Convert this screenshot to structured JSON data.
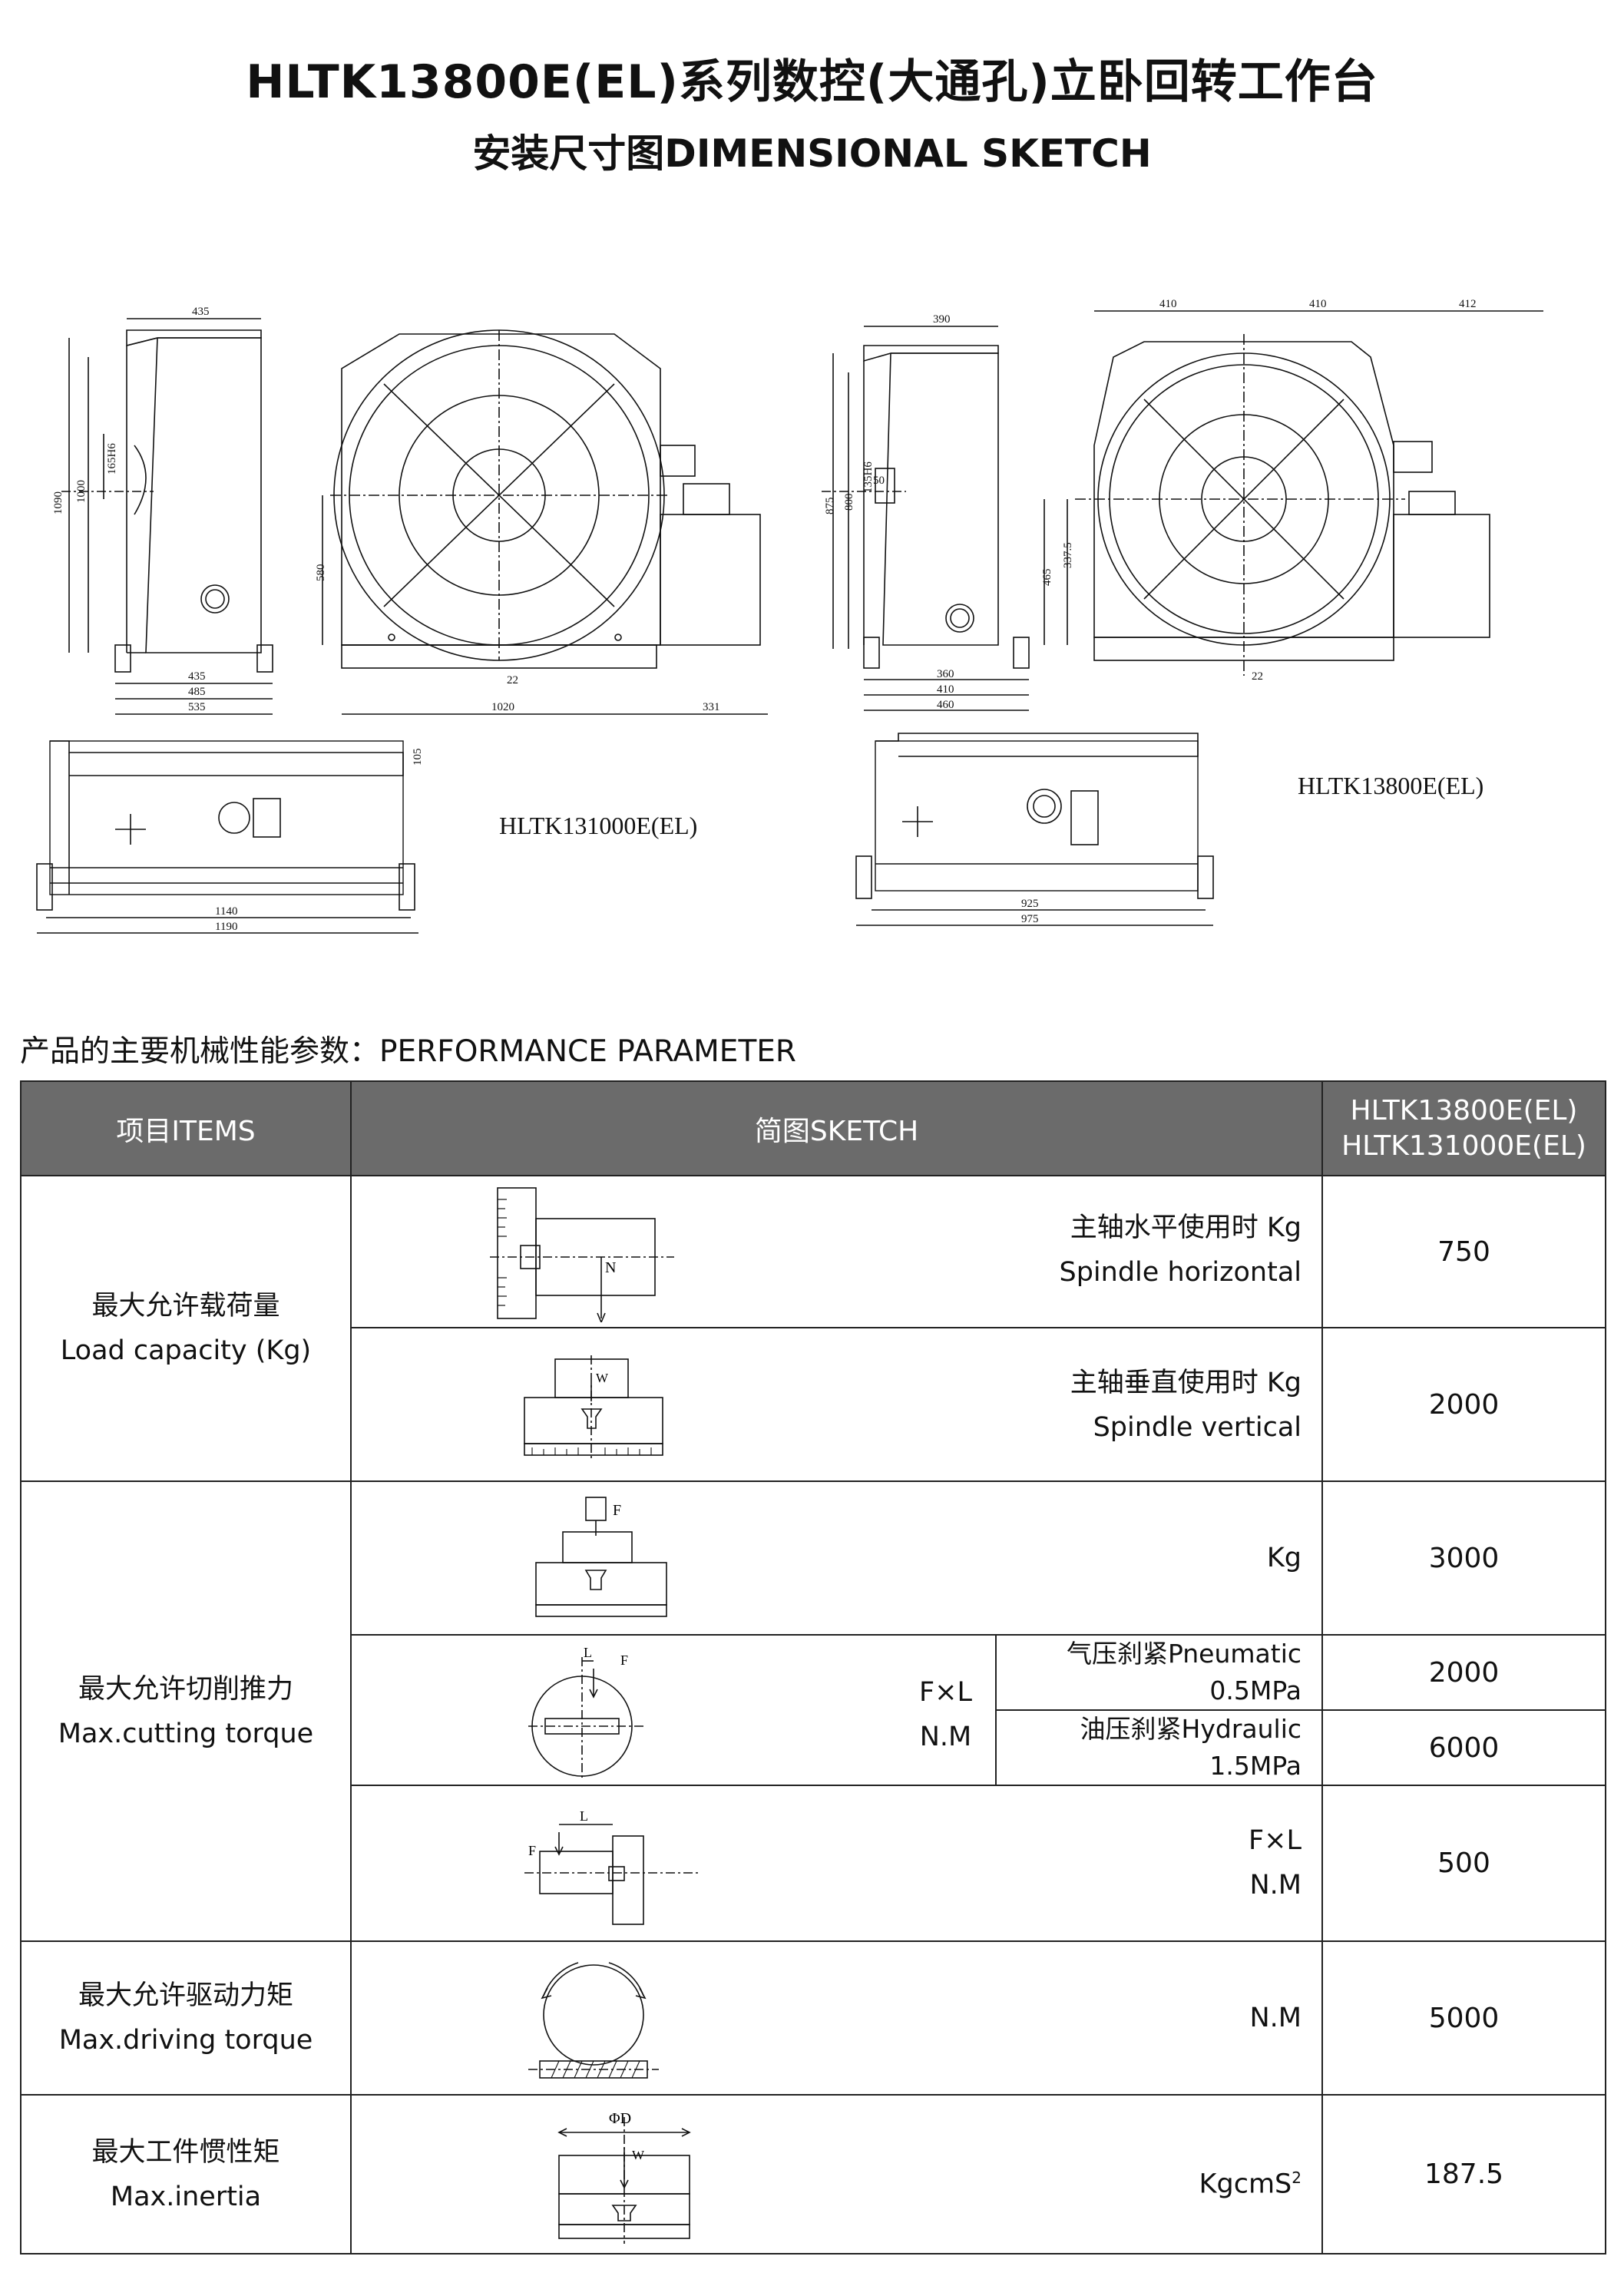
{
  "header": {
    "title": "HLTK13800E(EL)系列数控(大通孔)立卧回转工作台",
    "subtitle": "安装尺寸图DIMENSIONAL SKETCH"
  },
  "drawings": {
    "left_model_label": "HLTK131000E(EL)",
    "right_model_label": "HLTK13800E(EL)",
    "left_dims": {
      "top_width": "435",
      "h_total": "1090",
      "h_center": "1000",
      "h_bore": "165H6",
      "h_axis": "580",
      "base_a": "435",
      "base_b": "485",
      "base_c": "535",
      "foot": "22",
      "front_width": "1020",
      "motor_out": "331",
      "plan_height": "105",
      "plan_inner": "1140",
      "plan_outer": "1190"
    },
    "right_dims": {
      "top_width": "390",
      "top_a": "410",
      "top_b": "410",
      "top_c": "412",
      "h_total": "875",
      "h_center": "800",
      "h_bore": "135H6",
      "h_key": "50",
      "h_axis_a": "465",
      "h_axis_b": "337.5",
      "foot": "22",
      "base_a": "360",
      "base_b": "410",
      "base_c": "460",
      "plan_inner": "925",
      "plan_outer": "975"
    }
  },
  "performance": {
    "heading": "产品的主要机械性能参数：PERFORMANCE PARAMETER",
    "columns": {
      "items": "项目ITEMS",
      "sketch": "简图SKETCH",
      "model_a": "HLTK13800E(EL)",
      "model_b": "HLTK131000E(EL)"
    },
    "load": {
      "label_cn": "最大允许载荷量",
      "label_en": "Load capacity (Kg)",
      "horizontal_cn": "主轴水平使用时  Kg",
      "horizontal_en": "Spindle horizontal",
      "horizontal_value": "750",
      "vertical_cn": "主轴垂直使用时  Kg",
      "vertical_en": "Spindle vertical",
      "vertical_value": "2000"
    },
    "thrust": {
      "label_cn": "最大允许切削推力",
      "label_en": "Max.cutting torque",
      "axial_unit": "Kg",
      "axial_value": "3000",
      "torque_unit_a": "F×L",
      "torque_unit_b": "N.M",
      "pneumatic_a": "气压刹紧Pneumatic",
      "pneumatic_b": "0.5MPa",
      "pneumatic_value": "2000",
      "hydraulic_a": "油压刹紧Hydraulic",
      "hydraulic_b": "1.5MPa",
      "hydraulic_value": "6000",
      "side_unit_a": "F×L",
      "side_unit_b": "N.M",
      "side_value": "500"
    },
    "driving": {
      "label_cn": "最大允许驱动力矩",
      "label_en": "Max.driving torque",
      "unit": "N.M",
      "value": "5000"
    },
    "inertia": {
      "label_cn": "最大工件惯性矩",
      "label_en": "Max.inertia",
      "unit": "KgcmS",
      "unit_sup": "2",
      "value": "187.5"
    },
    "sketch_labels": {
      "n": "N",
      "w": "W",
      "f": "F",
      "l": "L",
      "phid": "ΦD"
    }
  }
}
